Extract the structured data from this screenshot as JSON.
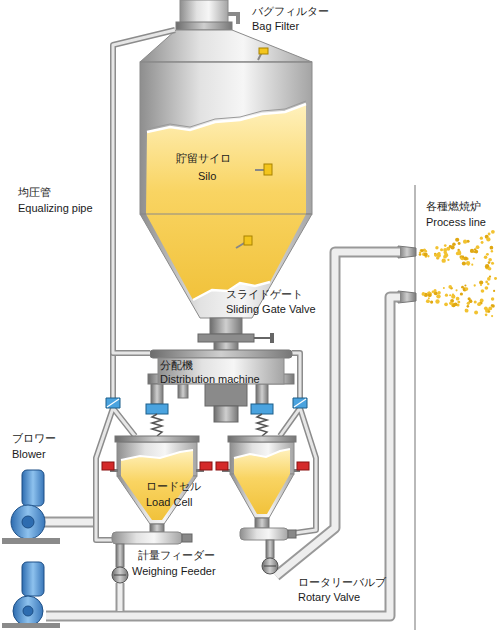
{
  "diagram": {
    "nodes": [
      {
        "text": [
          "貯留サイロ",
          "Silo"
        ]
      },
      {
        "text": [
          "分配機",
          "Distribution machine"
        ]
      }
    ],
    "edges": [
      {
        "from": 0,
        "to": 1,
        "arrow": "none"
      }
    ],
    "labels": [
      "バグフィルター",
      "Bag Filter",
      "均圧管",
      "Equalizing pipe",
      "各種燃焼炉",
      "Process line",
      "スライドゲート",
      "Sliding Gate Valve",
      "ブロワー",
      "Blower",
      "ロードセル",
      "Load Cell",
      "計量フィーダー",
      "Weighing Feeder",
      "ロータリーバルブ",
      "Rotary Valve"
    ]
  }
}
